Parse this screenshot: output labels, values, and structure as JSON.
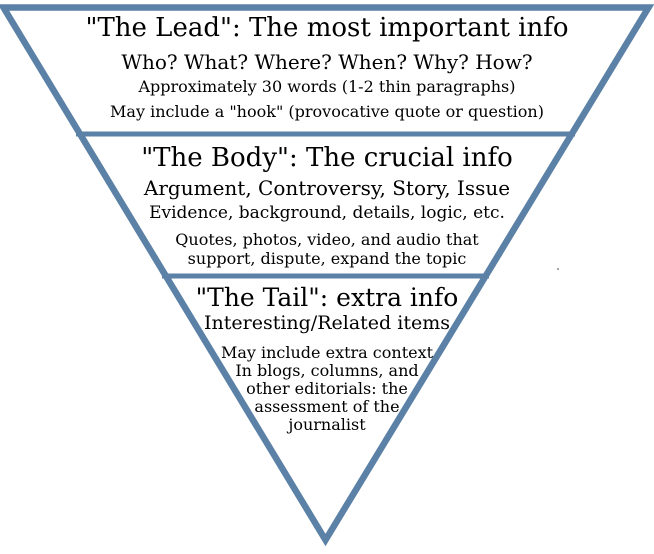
{
  "colors": {
    "outline": "#5b81a6",
    "text": "#000000",
    "background": "#ffffff"
  },
  "sections": {
    "lead": {
      "title": "\"The Lead\": The most important info",
      "lines": [
        "Who? What? Where? When? Why? How?",
        "Approximately 30 words (1-2 thin paragraphs)",
        "May include a \"hook\" (provocative quote or question)"
      ]
    },
    "body": {
      "title": "\"The Body\": The crucial info",
      "lines": [
        "Argument, Controversy, Story, Issue",
        "Evidence, background, details, logic, etc.",
        "Quotes, photos, video, and audio that",
        "support, dispute, expand the topic"
      ]
    },
    "tail": {
      "title": "\"The Tail\": extra info",
      "lines": [
        "Interesting/Related items",
        "May include extra context",
        "In blogs, columns, and",
        "other editorials: the",
        "assessment of the",
        "journalist"
      ]
    }
  }
}
